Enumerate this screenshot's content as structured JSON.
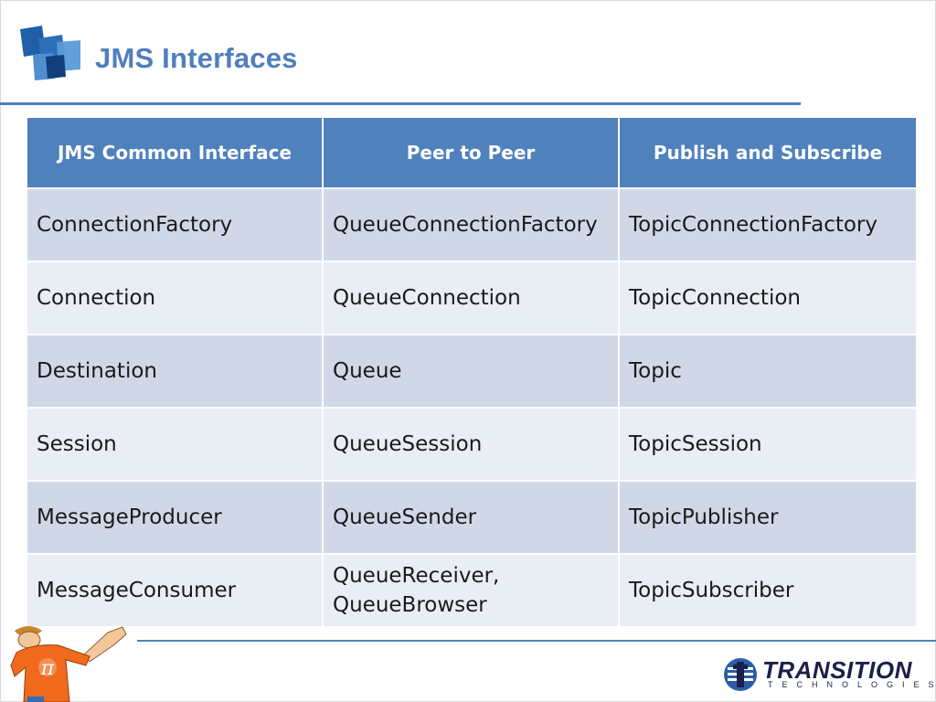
{
  "slide": {
    "title": "JMS Interfaces"
  },
  "table": {
    "headers": [
      "JMS Common  Interface",
      "Peer to Peer",
      "Publish and Subscribe"
    ],
    "rows": [
      [
        "ConnectionFactory",
        "QueueConnectionFactory",
        "TopicConnectionFactory"
      ],
      [
        "Connection",
        "QueueConnection",
        "TopicConnection"
      ],
      [
        "Destination",
        "Queue",
        "Topic"
      ],
      [
        "Session",
        "QueueSession",
        "TopicSession"
      ],
      [
        "MessageProducer",
        "QueueSender",
        "TopicPublisher"
      ],
      [
        "MessageConsumer",
        [
          "QueueReceiver,",
          "QueueBrowser"
        ],
        "TopicSubscriber"
      ]
    ]
  },
  "footer": {
    "brand_name": "TRANSITION",
    "brand_tagline": "TECHNOLOGIES",
    "mascot_shirt_symbol": "π"
  },
  "colors": {
    "accent": "#4f81bd",
    "title": "#4f7fbd",
    "row_dark": "#d0d8e8",
    "row_light": "#e9edf4",
    "brand": "#1b1f4a"
  },
  "icons": [
    "blue-squares-logo-icon",
    "mascot-icon",
    "transition-logo-icon"
  ]
}
